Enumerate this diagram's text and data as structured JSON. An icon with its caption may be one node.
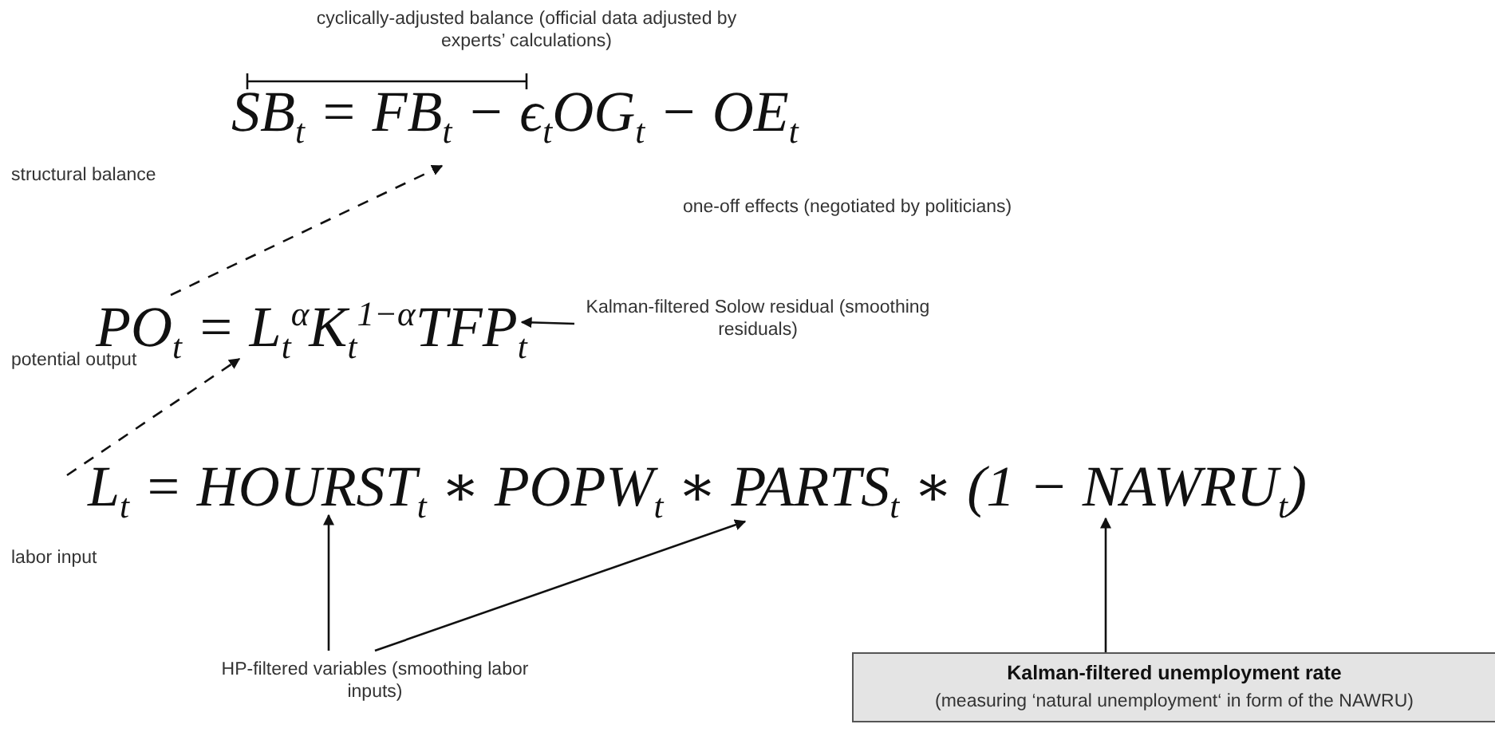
{
  "diagram": {
    "nodes": [
      {
        "text": [
          "SB$_{t}$ = FB$_{t}$ − ϵ$_{t}$OG$_{t}$ − OE$_{t}$"
        ]
      },
      {
        "text": [
          "PO$_{t}$ = L$_{t}$$^{α}$K$_{t}$$^{1−α}$TFP$_{t}$"
        ]
      },
      {
        "text": [
          "Kalman-filtered Solow residual (smoothing residuals)"
        ]
      },
      {
        "text": [
          "L$_{t}$ = HOURST$_{t}$ ∗ POPW$_{t}$ ∗ PARTS$_{t}$ ∗ (1 − NAWRU$_{t}$)"
        ]
      },
      {
        "text": [
          "HP-filtered variables (smoothing labor inputs)"
        ]
      },
      {
        "text": [
          "Kalman-filtered unemployment rate",
          "(measuring ‘natural unemployment‘ in form of the NAWRU)"
        ]
      }
    ],
    "edges": [
      {
        "from": 1,
        "to": 0,
        "arrow": "to",
        "style": "dashed"
      },
      {
        "from": 3,
        "to": 1,
        "arrow": "to",
        "style": "dashed"
      },
      {
        "from": 2,
        "to": 1,
        "arrow": "to"
      },
      {
        "from": 4,
        "to": 3,
        "arrow": "to"
      },
      {
        "from": 4,
        "to": 3,
        "arrow": "to"
      },
      {
        "from": 5,
        "to": 3,
        "arrow": "to"
      }
    ],
    "labels": [
      "cyclically-adjusted balance (official data adjusted by experts’ calculations)",
      "structural balance",
      "one-off effects (negotiated by politicians)",
      "potential output",
      "labor input"
    ]
  }
}
